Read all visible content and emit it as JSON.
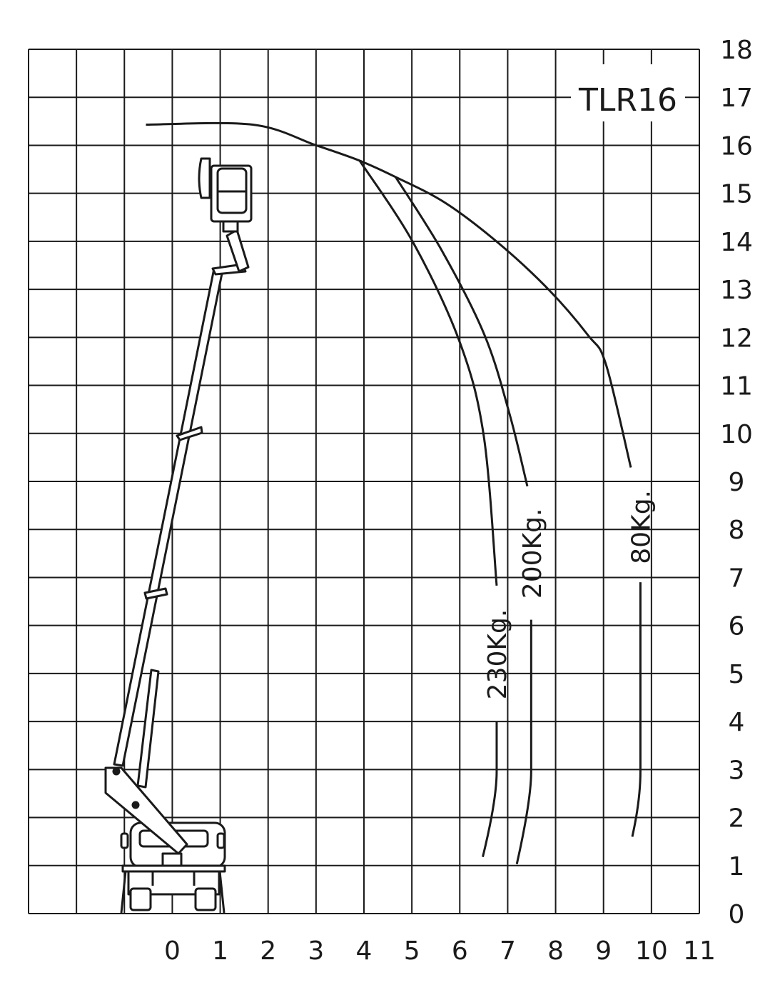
{
  "chart_data": {
    "type": "line",
    "title": "TLR16",
    "xlabel": "",
    "ylabel": "",
    "xlim": [
      -3,
      11
    ],
    "ylim": [
      0,
      18
    ],
    "grid": true,
    "x_ticks": [
      "0",
      "1",
      "2",
      "3",
      "4",
      "5",
      "6",
      "7",
      "8",
      "9",
      "10",
      "11"
    ],
    "y_ticks": [
      "0",
      "1",
      "2",
      "3",
      "4",
      "5",
      "6",
      "7",
      "8",
      "9",
      "10",
      "11",
      "12",
      "13",
      "14",
      "15",
      "16",
      "17",
      "18"
    ],
    "series": [
      {
        "name": "80Kg.",
        "label": "80Kg.",
        "points": [
          [
            -0.55,
            16.43
          ],
          [
            1.68,
            16.43
          ],
          [
            3.0,
            16.0
          ],
          [
            3.91,
            15.68
          ],
          [
            4.66,
            15.34
          ],
          [
            5.7,
            14.8
          ],
          [
            6.8,
            13.97
          ],
          [
            7.85,
            13.0
          ],
          [
            8.68,
            12.04
          ],
          [
            9.05,
            11.44
          ],
          [
            9.57,
            9.29
          ]
        ],
        "lower_points": [
          [
            9.77,
            6.9
          ],
          [
            9.77,
            2.96
          ],
          [
            9.6,
            1.6
          ]
        ]
      },
      {
        "name": "200Kg.",
        "label": "200Kg.",
        "points": [
          [
            4.66,
            15.34
          ],
          [
            5.63,
            13.8
          ],
          [
            6.52,
            12.04
          ],
          [
            7.04,
            10.4
          ],
          [
            7.41,
            8.9
          ]
        ],
        "lower_points": [
          [
            7.49,
            6.12
          ],
          [
            7.49,
            2.96
          ],
          [
            7.19,
            1.03
          ]
        ]
      },
      {
        "name": "230Kg.",
        "label": "230Kg.",
        "points": [
          [
            3.91,
            15.68
          ],
          [
            5.03,
            13.97
          ],
          [
            6.0,
            11.9
          ],
          [
            6.5,
            9.95
          ],
          [
            6.77,
            6.83
          ]
        ],
        "lower_points": [
          [
            6.77,
            4.0
          ],
          [
            6.77,
            2.96
          ],
          [
            6.48,
            1.18
          ]
        ]
      }
    ]
  }
}
